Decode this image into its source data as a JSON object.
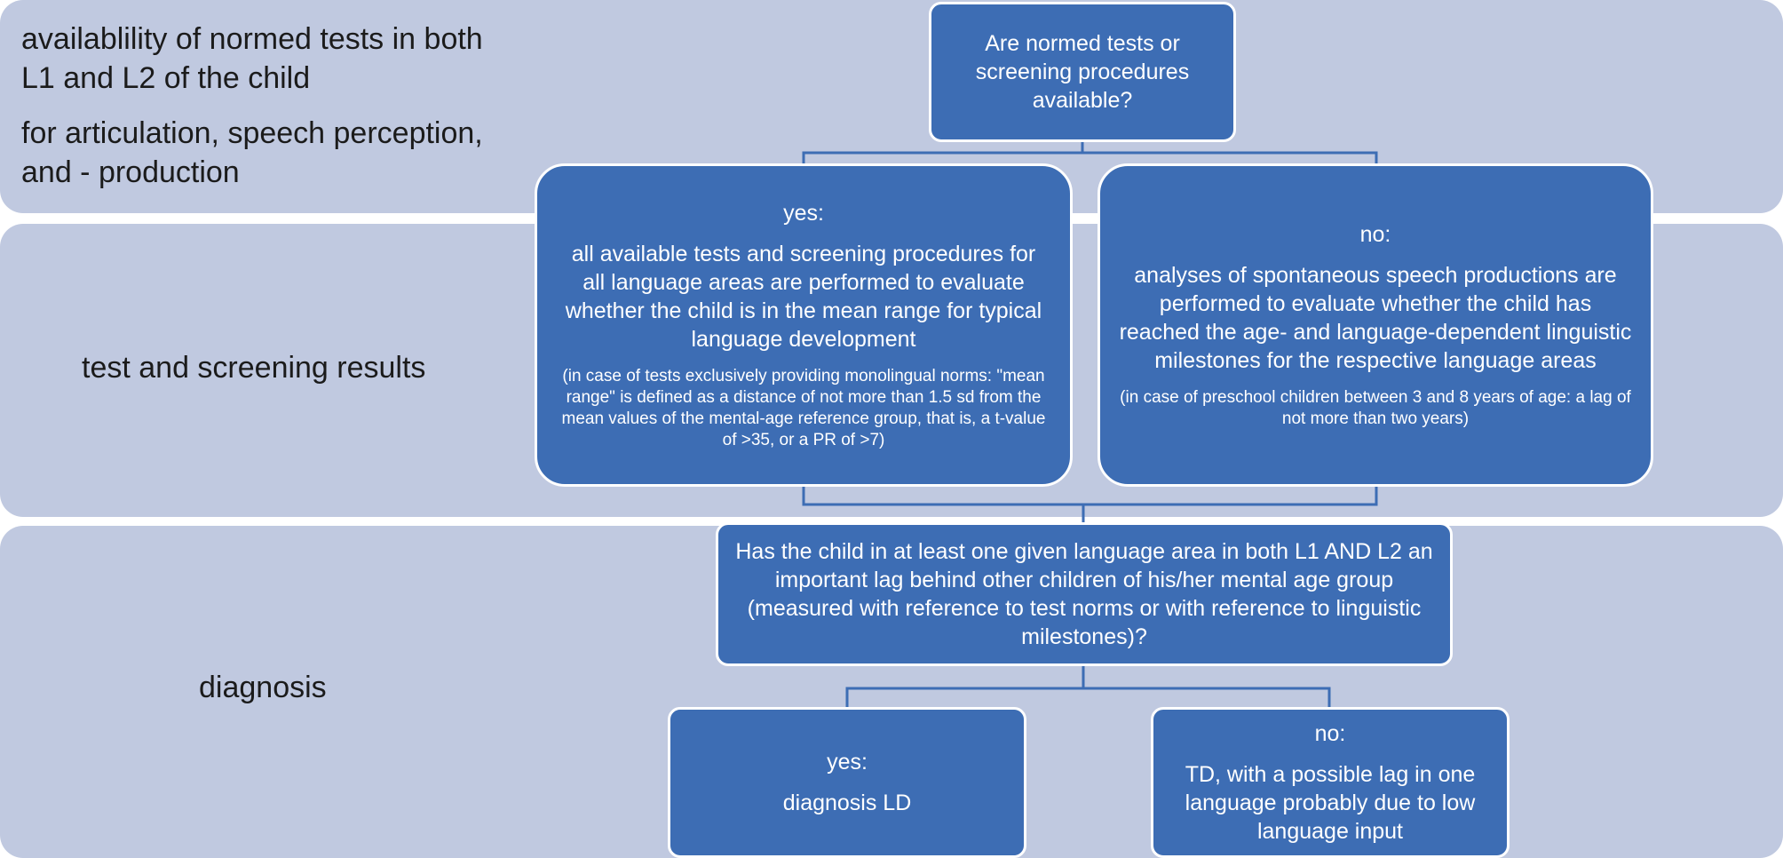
{
  "rows": {
    "availability": {
      "line1": "availablility of normed tests in both L1  and L2 of the child",
      "line2": "for articulation, speech perception, and - production"
    },
    "results": "test and screening results",
    "diagnosis": "diagnosis"
  },
  "boxes": {
    "question": "Are normed tests or screening procedures available?",
    "yes_tests": {
      "heading": "yes:",
      "body": "all available tests and screening procedures for all language areas are performed to evaluate whether the child is in the mean range for typical language development",
      "note": "(in case of tests exclusively providing monolingual norms: \"mean range\" is defined as a distance of not more than 1.5 sd from the mean values of the mental-age reference group, that is, a t-value of >35, or a PR of >7)"
    },
    "no_tests": {
      "heading": "no:",
      "body": "analyses of spontaneous speech productions are performed to evaluate whether the child has reached the age- and language-dependent linguistic milestones for the respective language areas",
      "note": "(in case of preschool children between 3 and 8 years of age: a lag of not more than two years)"
    },
    "lag_question": "Has the child in at least one given language area in both L1 AND L2 an important lag behind other children of his/her mental age group (measured with reference to test norms or with reference to linguistic milestones)?",
    "yes_diagnosis": {
      "heading": "yes:",
      "body": "diagnosis LD"
    },
    "no_diagnosis": {
      "heading": "no:",
      "body": "TD, with a possible lag in one language probably due to low language input"
    }
  },
  "colors": {
    "band": "#c0c9e0",
    "box_fill": "#3d6db4",
    "box_border": "#ffffff",
    "connector": "#3d6db4"
  }
}
